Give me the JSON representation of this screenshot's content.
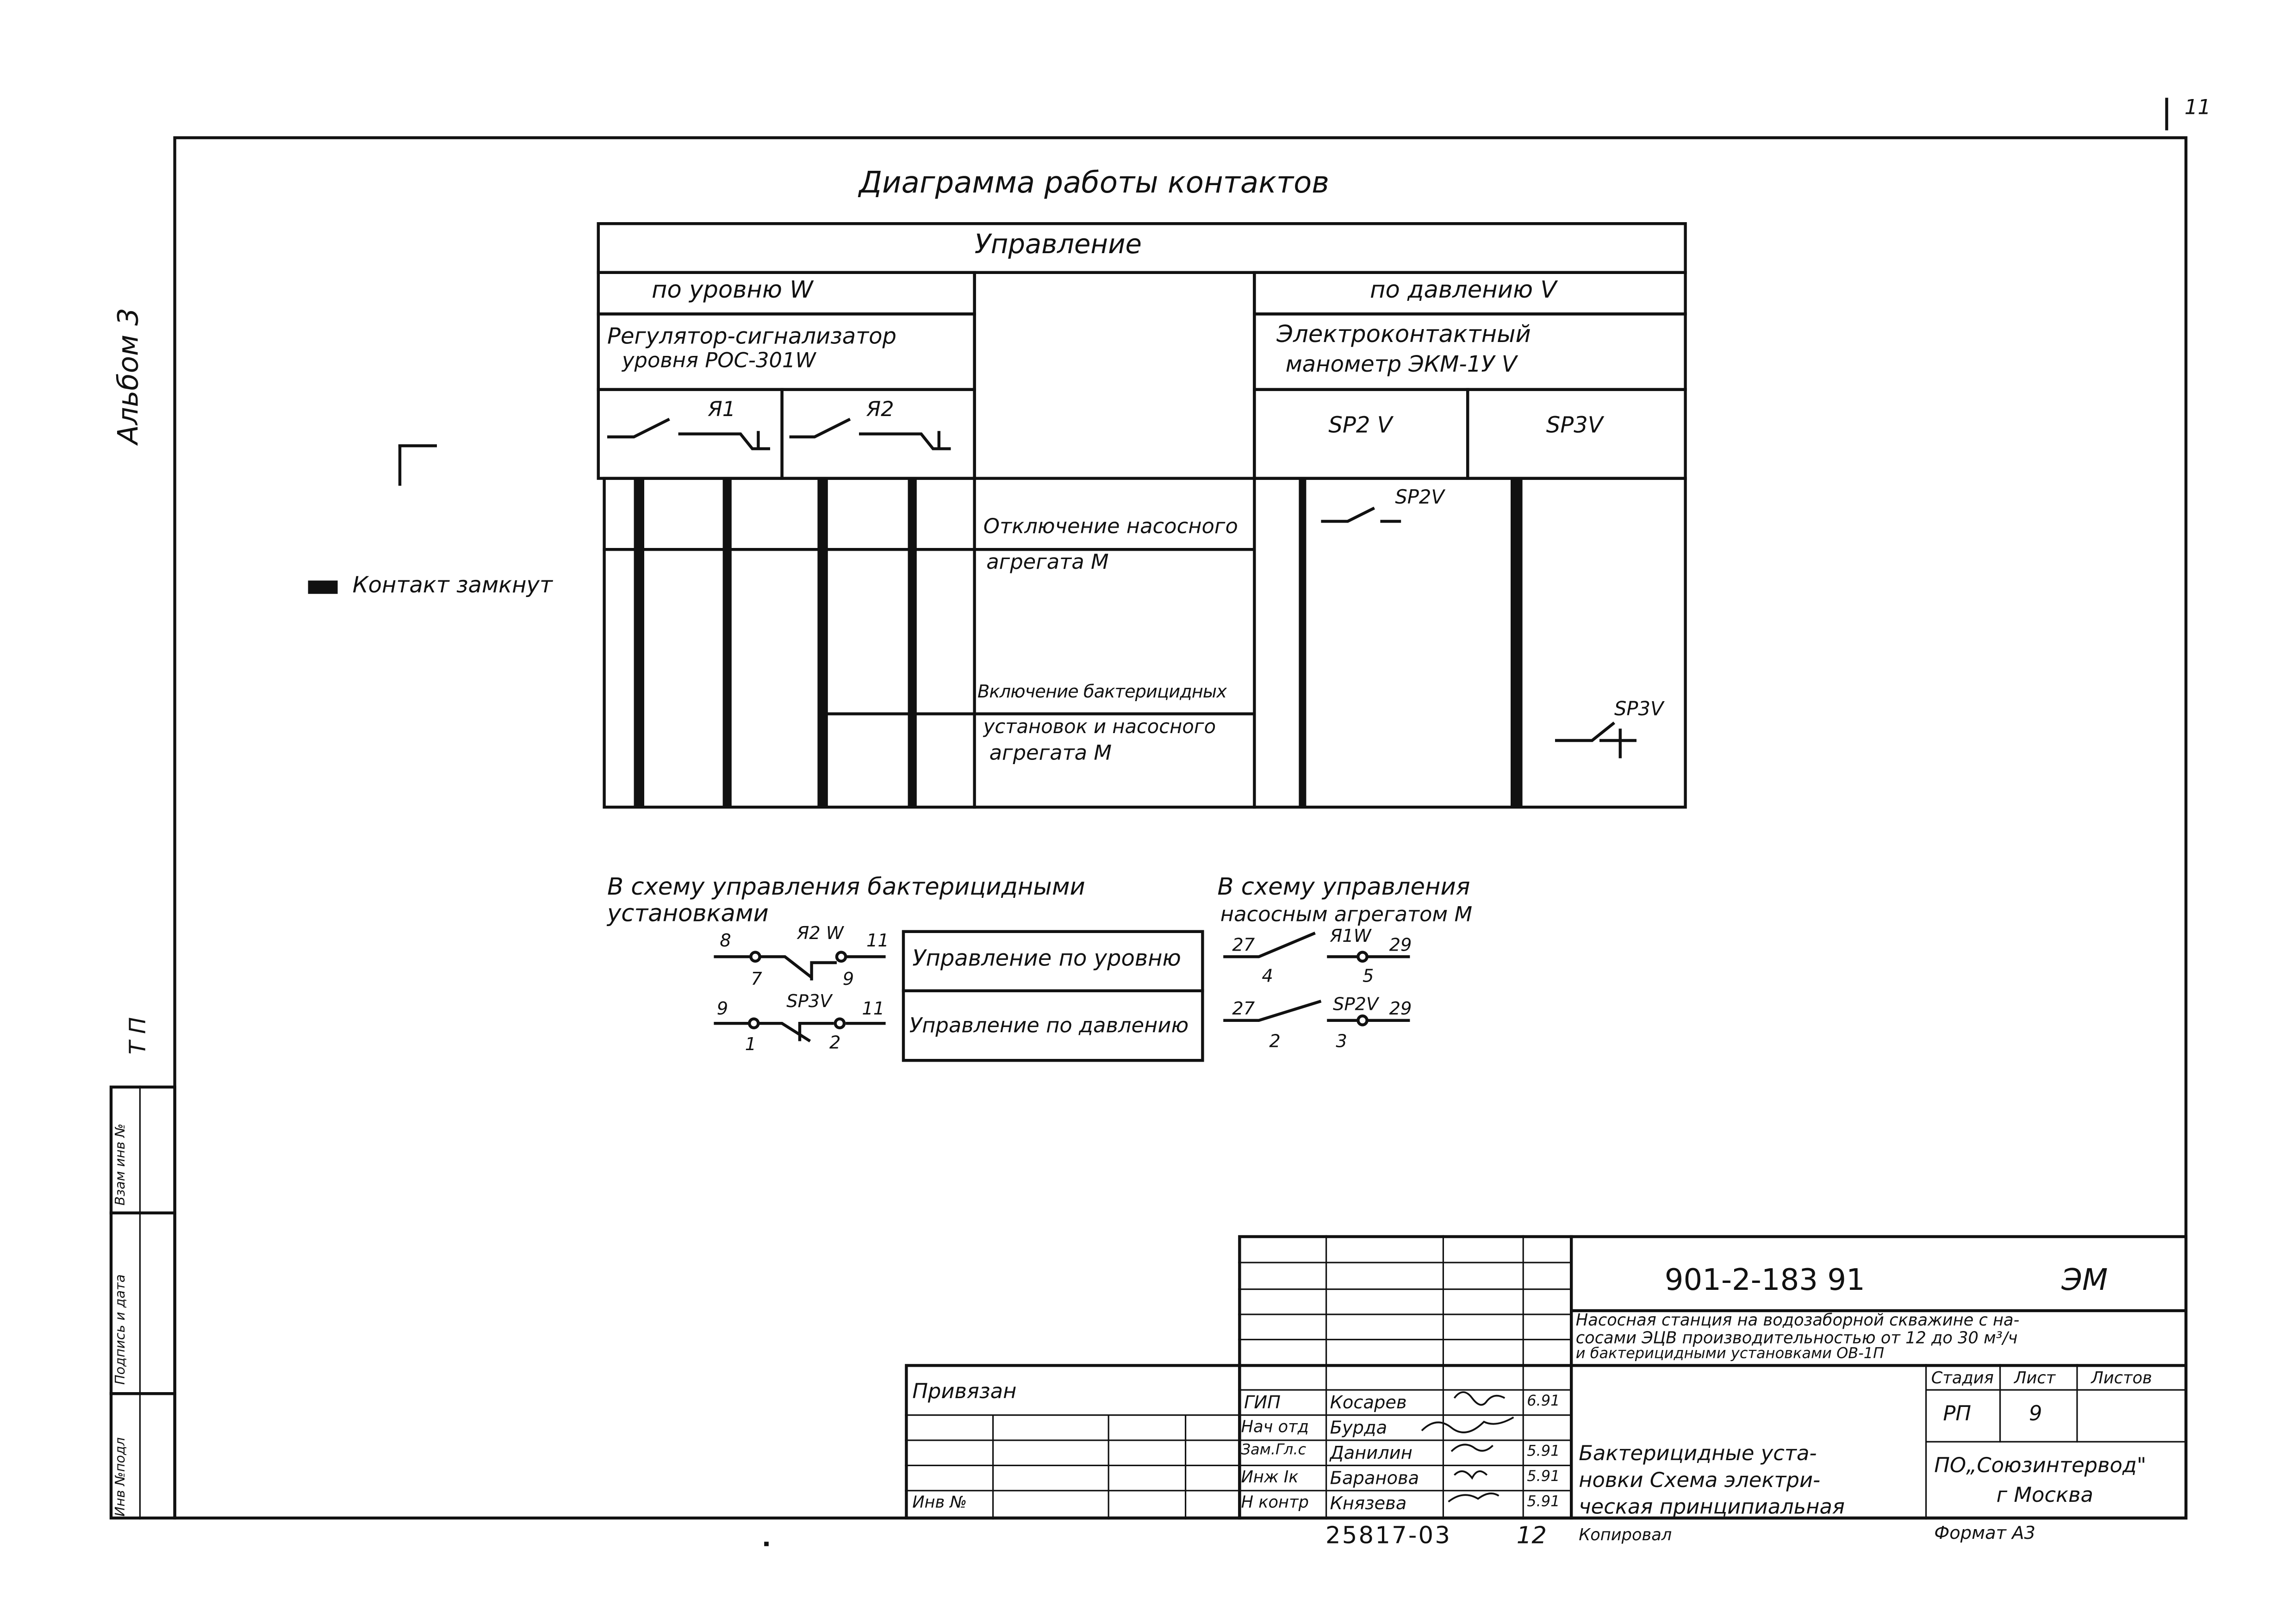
{
  "page_number": "11",
  "side": {
    "album": "Альбом 3",
    "tp": "Т П",
    "stamp_labels": [
      "Инв №подл",
      "Подпись и дата",
      "Взам инв №"
    ]
  },
  "diagram": {
    "title": "Диаграмма работы контактов",
    "header": "Управление",
    "by_level": "по уровню W",
    "by_pressure": "по давлению V",
    "level_device": [
      "Регулятор-сигнализатор",
      "уровня РОС-301W"
    ],
    "pressure_device": [
      "Электроконтактный",
      "манометр ЭКМ-1У V"
    ],
    "contacts": [
      "Я1",
      "Я2",
      "SP2 V",
      "SP3V"
    ],
    "rows": [
      [
        "Отключение насосного",
        "агрегата М"
      ],
      [
        "Включение бактерицидных",
        "установок и насосного",
        "агрегата М"
      ]
    ],
    "sp2_label": "SP2V",
    "sp3_label": "SP3V"
  },
  "legend": {
    "label": "Контакт замкнут"
  },
  "schemes": {
    "left_title": [
      "В схему управления бактерицидными",
      "установками"
    ],
    "right_title": [
      "В схему управления",
      "насосным агрегатом М"
    ],
    "left_c1": {
      "name": "Я2 W",
      "terms": [
        "8",
        "7",
        "9",
        "11"
      ]
    },
    "left_c2": {
      "name": "SP3V",
      "terms": [
        "9",
        "1",
        "2",
        "11"
      ]
    },
    "right_c1": {
      "name": "Я1W",
      "terms": [
        "27",
        "4",
        "5",
        "29"
      ]
    },
    "right_c2": {
      "name": "SP2V",
      "terms": [
        "27",
        "2",
        "3",
        "29"
      ]
    },
    "modes": [
      "Управление по уровню",
      "Управление по давлению"
    ]
  },
  "title_block": {
    "code": "901-2-183 91",
    "mark": "ЭМ",
    "object": [
      "Насосная станция на водозаборной скважине с на-",
      "сосами ЭЦВ производительностью от 12 до 30 м³/ч",
      "и бактерицидными установками ОВ-1П"
    ],
    "stage_hdr": "Стадия",
    "sheet_hdr": "Лист",
    "sheets_hdr": "Листов",
    "stage": "РП",
    "sheet": "9",
    "roles": [
      "ГИП",
      "Нач отд",
      "Зам.Гл.с",
      "Инж Iк",
      "Н контр"
    ],
    "names": [
      "Косарев",
      "Бурда",
      "Данилин",
      "Баранова",
      "Князева"
    ],
    "dates": [
      "6.91",
      "",
      "5.91",
      "5.91",
      "5.91"
    ],
    "drawing_name": [
      "Бактерицидные уста-",
      "новки Схема электри-",
      "ческая принципиальная"
    ],
    "org": [
      "ПО„Союзинтервод\"",
      "г Москва"
    ],
    "bound": "Привязан",
    "inv": "Инв №"
  },
  "footer": {
    "number": "25817-03",
    "num2": "12",
    "copied": "Копировал",
    "format": "Формат А3"
  }
}
